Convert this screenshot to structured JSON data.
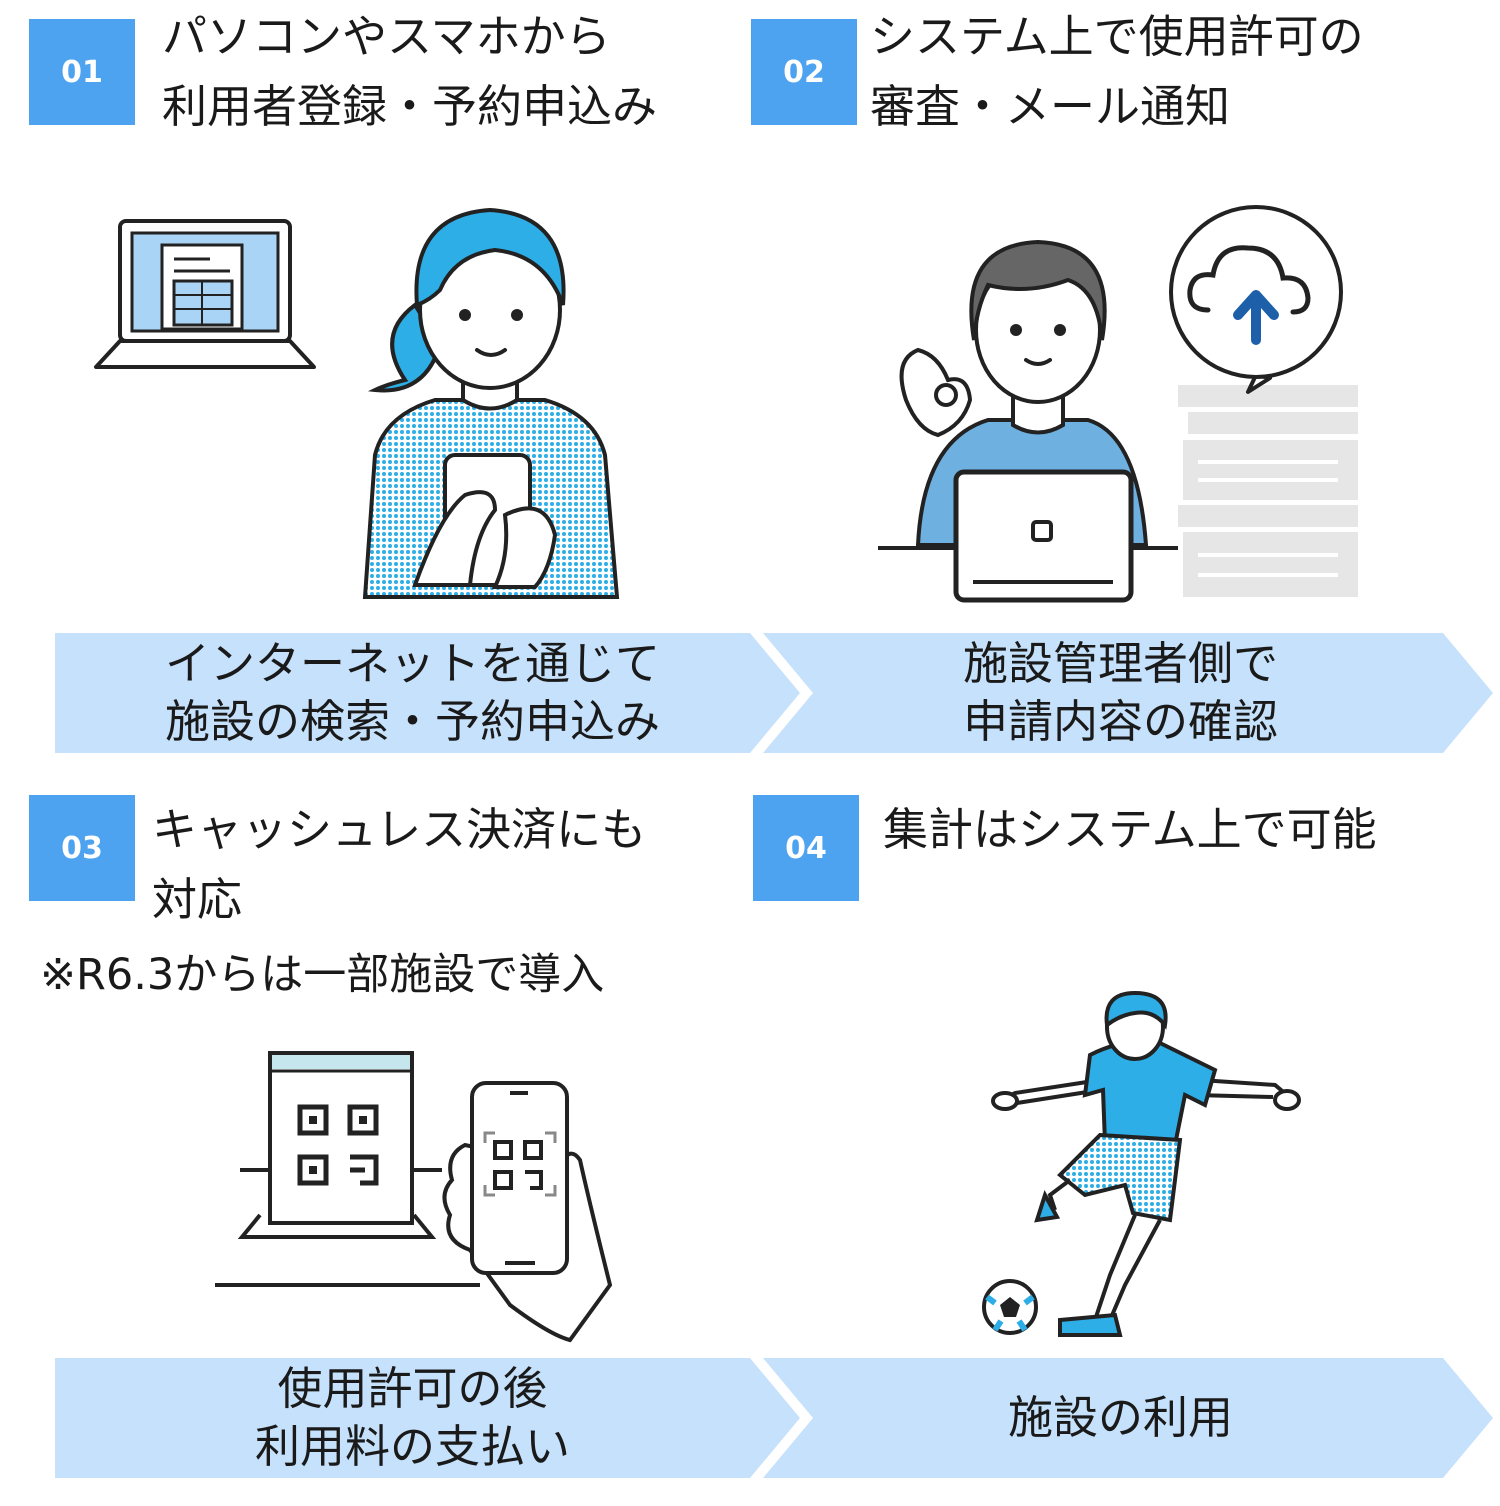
{
  "steps": [
    {
      "number": "01",
      "heading_lines": [
        "パソコンやスマホから",
        "利用者登録・予約申込み"
      ]
    },
    {
      "number": "02",
      "heading_lines": [
        "システム上で使用許可の",
        "審査・メール通知"
      ]
    },
    {
      "number": "03",
      "heading_lines": [
        "キャッシュレス決済にも",
        "対応"
      ],
      "note": "※R6.3からは一部施設で導入"
    },
    {
      "number": "04",
      "heading_lines": [
        "集計はシステム上で可能"
      ]
    }
  ],
  "flow_top": [
    {
      "lines": [
        "インターネットを通じて",
        "施設の検索・予約申込み"
      ]
    },
    {
      "lines": [
        "施設管理者側で",
        "申請内容の確認"
      ]
    }
  ],
  "flow_bottom": [
    {
      "lines": [
        "使用許可の後",
        "利用料の支払い"
      ]
    },
    {
      "lines": [
        "施設の利用"
      ]
    }
  ],
  "colors": {
    "badge": "#4da3f0",
    "chevron": "#c6e1fb",
    "accent": "#2eaee6"
  },
  "icons": [
    "laptop-icon",
    "person-smartphone-icon",
    "admin-laptop-icon",
    "cloud-upload-icon",
    "document-stack-icon",
    "qr-terminal-icon",
    "qr-smartphone-icon",
    "soccer-player-icon",
    "soccer-ball-icon"
  ]
}
